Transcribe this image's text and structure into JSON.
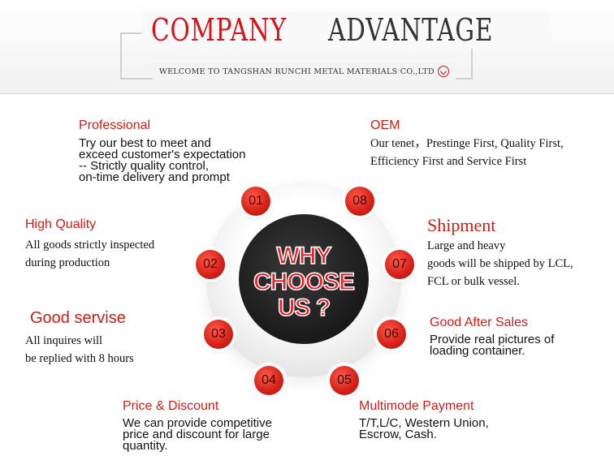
{
  "header": {
    "title_part1": "COMPANY",
    "title_part2": "ADVANTAGE",
    "subtitle": "WELCOME TO TANGSHAN RUNCHI METAL MATERIALS CO.,LTD",
    "icon": "chevron-down-circle-icon"
  },
  "center": {
    "text": "WHY CHOOSE US ?"
  },
  "badges": [
    "01",
    "02",
    "03",
    "04",
    "05",
    "06",
    "07",
    "08"
  ],
  "features": [
    {
      "title": "Professional",
      "desc": "Try our best to meet and\nexceed customer's expectation\n-- Strictly quality control,\non-time delivery and prompt"
    },
    {
      "title": "High Quality",
      "desc": "All goods strictly inspected\nduring production"
    },
    {
      "title": "Good servise",
      "desc": " All inquires will\nbe replied with 8 hours"
    },
    {
      "title": "Price & Discount",
      "desc": "We can provide competitive\nprice and discount for large\nquantity."
    },
    {
      "title": "Multimode Payment",
      "desc": "T/T,L/C, Western Union,\nEscrow, Cash."
    },
    {
      "title": "Good After Sales",
      "desc": "Provide real pictures of\nloading container."
    },
    {
      "title": "Shipment",
      "desc": "Large and heavy\ngoods will be shipped by LCL,\nFCL or bulk vessel."
    },
    {
      "title": "OEM",
      "desc": " Our tenet，Prestinge First, Quality First,\nEfficiency First and Service First"
    }
  ],
  "colors": {
    "accent_red": "#d11b14",
    "core_dark": "#222222"
  }
}
